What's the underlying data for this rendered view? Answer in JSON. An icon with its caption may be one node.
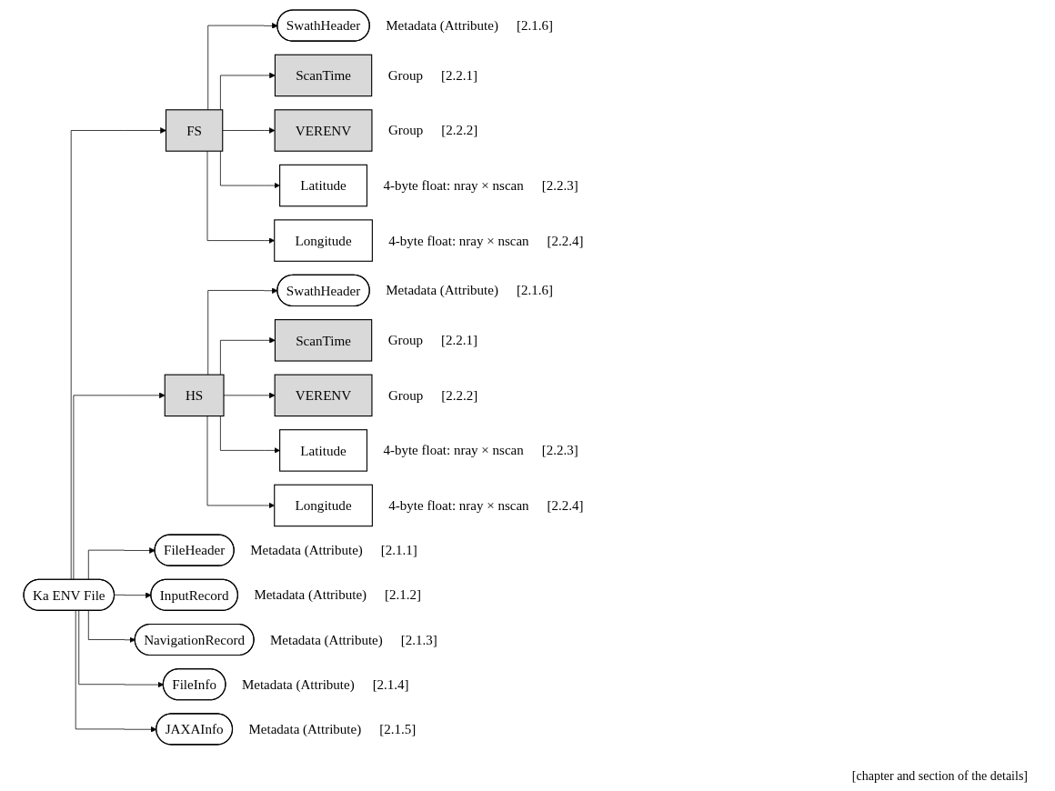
{
  "diagram": {
    "nodes": [
      {
        "text": [
          "Ka ENV File"
        ]
      },
      {
        "text": [
          "FileHeader"
        ],
        "beside": [
          "Metadata (Attribute)",
          "[2.1.1]"
        ]
      },
      {
        "text": [
          "InputRecord"
        ],
        "beside": [
          "Metadata (Attribute)",
          "[2.1.2]"
        ]
      },
      {
        "text": [
          "NavigationRecord"
        ],
        "beside": [
          "Metadata (Attribute)",
          "[2.1.3]"
        ]
      },
      {
        "text": [
          "FileInfo"
        ],
        "beside": [
          "Metadata (Attribute)",
          "[2.1.4]"
        ]
      },
      {
        "text": [
          "JAXAInfo"
        ],
        "beside": [
          "Metadata (Attribute)",
          "[2.1.5]"
        ]
      },
      {
        "text": [
          "FS"
        ]
      },
      {
        "text": [
          "SwathHeader"
        ],
        "beside": [
          "Metadata (Attribute)",
          "[2.1.6]"
        ]
      },
      {
        "text": [
          "ScanTime"
        ],
        "beside": [
          "Group",
          "[2.2.1]"
        ]
      },
      {
        "text": [
          "VERENV"
        ],
        "beside": [
          "Group",
          "[2.2.2]"
        ]
      },
      {
        "text": [
          "Latitude"
        ],
        "beside": [
          "4-byte float: nray × nscan",
          "[2.2.3]"
        ]
      },
      {
        "text": [
          "Longitude"
        ],
        "beside": [
          "4-byte float: nray × nscan",
          "[2.2.4]"
        ]
      },
      {
        "text": [
          "HS"
        ]
      },
      {
        "text": [
          "SwathHeader"
        ],
        "beside": [
          "Metadata (Attribute)",
          "[2.1.6]"
        ]
      },
      {
        "text": [
          "ScanTime"
        ],
        "beside": [
          "Group",
          "[2.2.1]"
        ]
      },
      {
        "text": [
          "VERENV"
        ],
        "beside": [
          "Group",
          "[2.2.2]"
        ]
      },
      {
        "text": [
          "Latitude"
        ],
        "beside": [
          "4-byte float: nray × nscan",
          "[2.2.3]"
        ]
      },
      {
        "text": [
          "Longitude"
        ],
        "beside": [
          "4-byte float: nray × nscan",
          "[2.2.4]"
        ]
      }
    ],
    "edges": [
      {
        "from": 0,
        "to": 1,
        "arrow": "to"
      },
      {
        "from": 0,
        "to": 2,
        "arrow": "to"
      },
      {
        "from": 0,
        "to": 3,
        "arrow": "to"
      },
      {
        "from": 0,
        "to": 4,
        "arrow": "to"
      },
      {
        "from": 0,
        "to": 5,
        "arrow": "to"
      },
      {
        "from": 0,
        "to": 6,
        "arrow": "to"
      },
      {
        "from": 0,
        "to": 12,
        "arrow": "to"
      },
      {
        "from": 6,
        "to": 7,
        "arrow": "to"
      },
      {
        "from": 6,
        "to": 8,
        "arrow": "to"
      },
      {
        "from": 6,
        "to": 9,
        "arrow": "to"
      },
      {
        "from": 6,
        "to": 10,
        "arrow": "to"
      },
      {
        "from": 6,
        "to": 11,
        "arrow": "to"
      },
      {
        "from": 12,
        "to": 13,
        "arrow": "to"
      },
      {
        "from": 12,
        "to": 14,
        "arrow": "to"
      },
      {
        "from": 12,
        "to": 15,
        "arrow": "to"
      },
      {
        "from": 12,
        "to": 16,
        "arrow": "to"
      },
      {
        "from": 12,
        "to": 17,
        "arrow": "to"
      }
    ],
    "labels": [
      "[chapter and section of the details]"
    ]
  }
}
